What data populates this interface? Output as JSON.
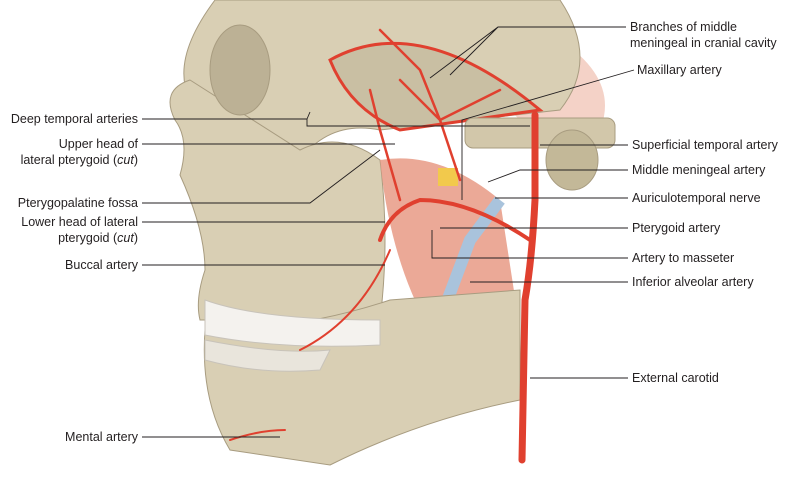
{
  "figure": {
    "left_labels": {
      "deep_temporal": "Deep temporal arteries",
      "upper_head_1": "Upper head of",
      "upper_head_2": "lateral pterygoid (",
      "upper_head_cut": "cut",
      "upper_head_end": ")",
      "pterygopalatine": "Pterygopalatine fossa",
      "lower_head_1": "Lower head of lateral",
      "lower_head_2": "pterygoid (",
      "lower_head_cut": "cut",
      "lower_head_end": ")",
      "buccal": "Buccal artery",
      "mental": "Mental artery"
    },
    "right_labels": {
      "branches_1": "Branches of middle",
      "branches_2": "meningeal in cranial cavity",
      "maxillary": "Maxillary artery",
      "superficial_temporal": "Superficial temporal artery",
      "middle_meningeal": "Middle meningeal artery",
      "auriculotemporal": "Auriculotemporal nerve",
      "pterygoid": "Pterygoid artery",
      "masseter": "Artery to masseter",
      "inferior_alveolar": "Inferior alveolar artery",
      "external_carotid": "External carotid"
    },
    "colors": {
      "bone": "#d9cfb4",
      "artery": "#e0402f",
      "muscle": "#e79a85",
      "nerve": "#f2c94c",
      "vein": "#a9c3dc"
    }
  }
}
